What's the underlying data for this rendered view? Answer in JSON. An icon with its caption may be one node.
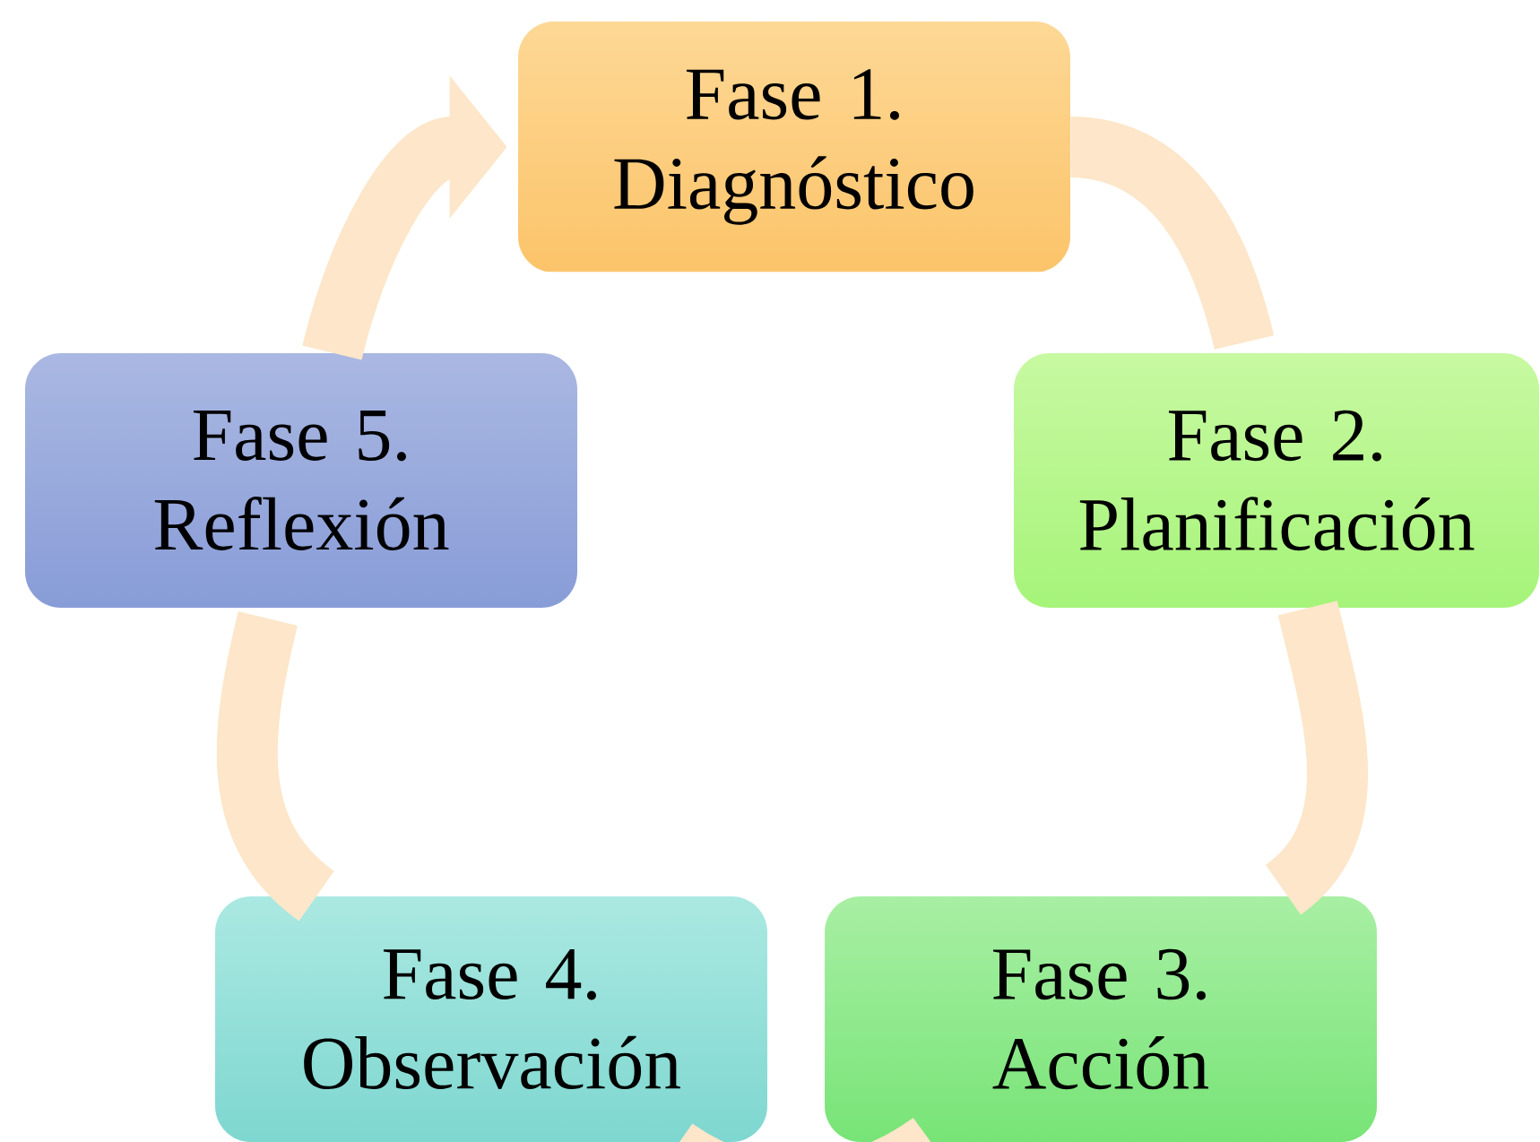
{
  "diagram": {
    "nodes": [
      {
        "text": [
          "Fase 1. Diagnóstico"
        ]
      },
      {
        "text": [
          "Fase 2. Planificación"
        ]
      },
      {
        "text": [
          "Fase 3. Acción"
        ]
      },
      {
        "text": [
          "Fase 4. Observación"
        ]
      },
      {
        "text": [
          "Fase 5. Reflexión"
        ]
      }
    ],
    "edges": [
      {
        "from": 0,
        "to": 1,
        "arrow": "none"
      },
      {
        "from": 1,
        "to": 2,
        "arrow": "none"
      },
      {
        "from": 2,
        "to": 3,
        "arrow": "none"
      },
      {
        "from": 3,
        "to": 4,
        "arrow": "none"
      },
      {
        "from": 4,
        "to": 0,
        "arrow": "to"
      }
    ]
  }
}
